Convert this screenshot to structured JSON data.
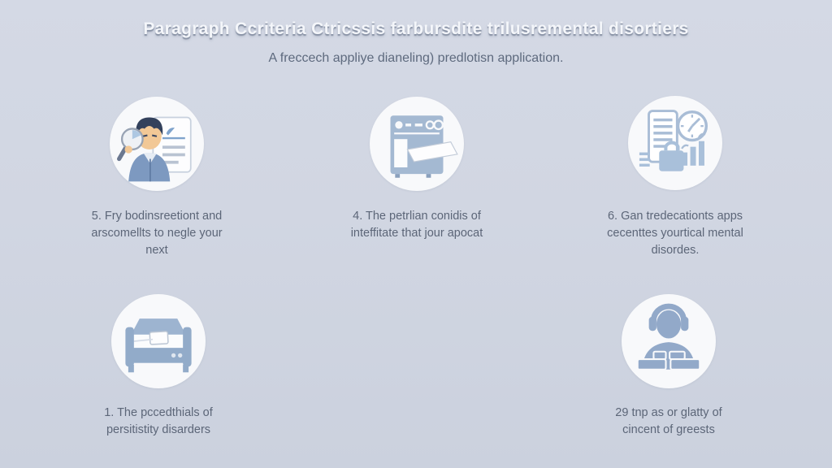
{
  "header": {
    "title": "Paragraph Ccriteria Ctricssis farbursdite trilusremental disortiers",
    "subtitle": "A freccech appliye dianeling) predlotisn application."
  },
  "cards": [
    {
      "icon": "person-magnifier-document-icon",
      "lines": [
        "5. Fry bodinsreetiont and",
        "arscomellts to negle your",
        "next"
      ]
    },
    {
      "icon": "printer-copier-icon",
      "lines": [
        "4. The petrlian conidis of",
        "inteffitate that jour apocat",
        ""
      ]
    },
    {
      "icon": "report-clock-chart-lock-icon",
      "lines": [
        "6. Gan tredecationts apps",
        "cecenttes yourtical mental",
        "disordes."
      ]
    },
    {
      "icon": "bed-icon",
      "lines": [
        "1. The pccedthials of",
        "persitistity disarders",
        ""
      ]
    },
    {
      "icon": "support-agent-headphones-icon",
      "lines": [
        "29 tnp as or glatty of",
        "cincent of greests",
        ""
      ]
    }
  ],
  "colors": {
    "background": "#d1d6e2",
    "badge_circle": "#f8f9fb",
    "icon_steel_blue": "#92abc9",
    "icon_steel_blue_light": "#a9bdd6",
    "jacket_blue": "#7d99c0",
    "hair_navy": "#33415c",
    "skin": "#f2c896",
    "title_text": "#f4f6fa",
    "subtitle_text": "#5e6a7e",
    "caption_text": "#5c6678"
  }
}
